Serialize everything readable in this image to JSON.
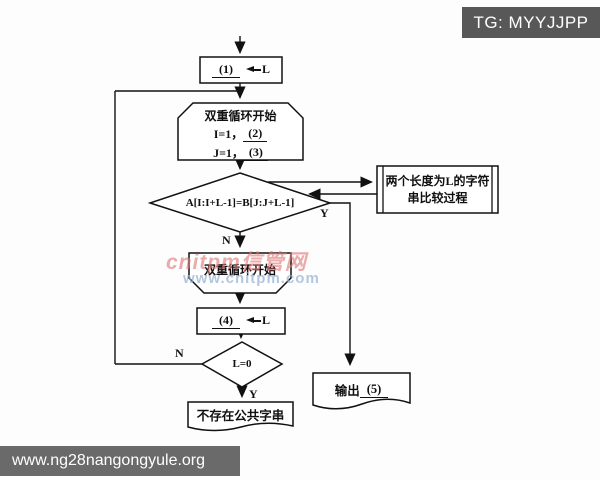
{
  "header": {
    "tg_badge": "TG: MYYJJPP"
  },
  "footer": {
    "url": "www.ng28nangongyule.org"
  },
  "watermark": {
    "brand": "cnitpm信管网",
    "url": "www.cnitpm.com"
  },
  "flowchart": {
    "assign_initial": {
      "blank": "(1)",
      "target": "L"
    },
    "loop_start": {
      "title": "双重循环开始",
      "i_init": "I=1，",
      "i_blank": "(2)",
      "j_init": "J=1，",
      "j_blank": "(3)"
    },
    "compare_decision": {
      "condition": "A[I:I+L-1]=B[J:J+L-1]",
      "yes_label": "Y",
      "no_label": "N"
    },
    "predefined_process": {
      "line1": "两个长度为L的字符",
      "line2": "串比较过程"
    },
    "loop_end": {
      "title": "双重循环开始"
    },
    "assign_decrement": {
      "blank": "(4)",
      "target": "L"
    },
    "zero_decision": {
      "condition": "L=0",
      "yes_label": "Y",
      "no_label": "N"
    },
    "no_common_box": {
      "text": "不存在公共字串"
    },
    "output_doc": {
      "prefix": "输出",
      "blank": "(5)"
    }
  },
  "colors": {
    "ink": "#111111",
    "badge_bg": "#585858",
    "footer_bg": "#6a6a6a",
    "watermark_red": "#e07878",
    "watermark_blue": "#94b2d3"
  }
}
